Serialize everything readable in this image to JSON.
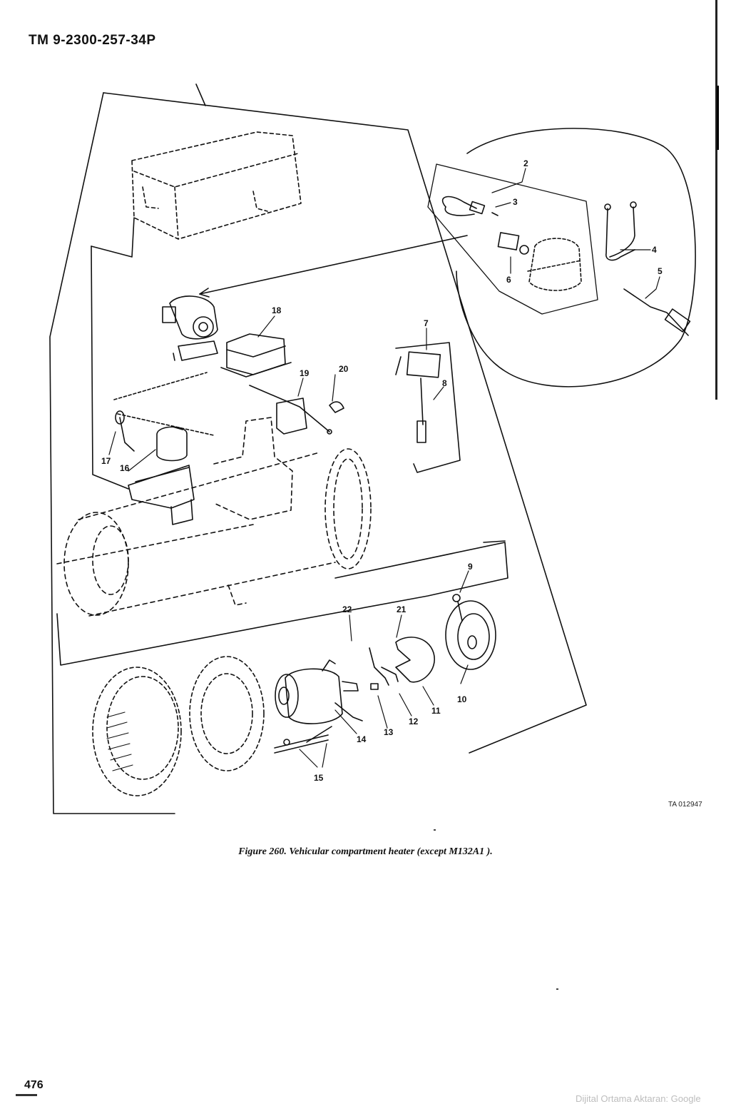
{
  "header": {
    "doc_number": "TM  9-2300-257-34P"
  },
  "figure": {
    "caption": "Figure 260. Vehicular compartment heater (except M132A1 ).",
    "ta_number": "TA  012947",
    "callouts": [
      "2",
      "3",
      "4",
      "5",
      "6",
      "7",
      "8",
      "9",
      "10",
      "11",
      "12",
      "13",
      "14",
      "15",
      "16",
      "17",
      "18",
      "19",
      "20",
      "21",
      "22"
    ]
  },
  "footer": {
    "page_number": "476",
    "watermark": "Dijital Ortama Aktaran: Google"
  }
}
